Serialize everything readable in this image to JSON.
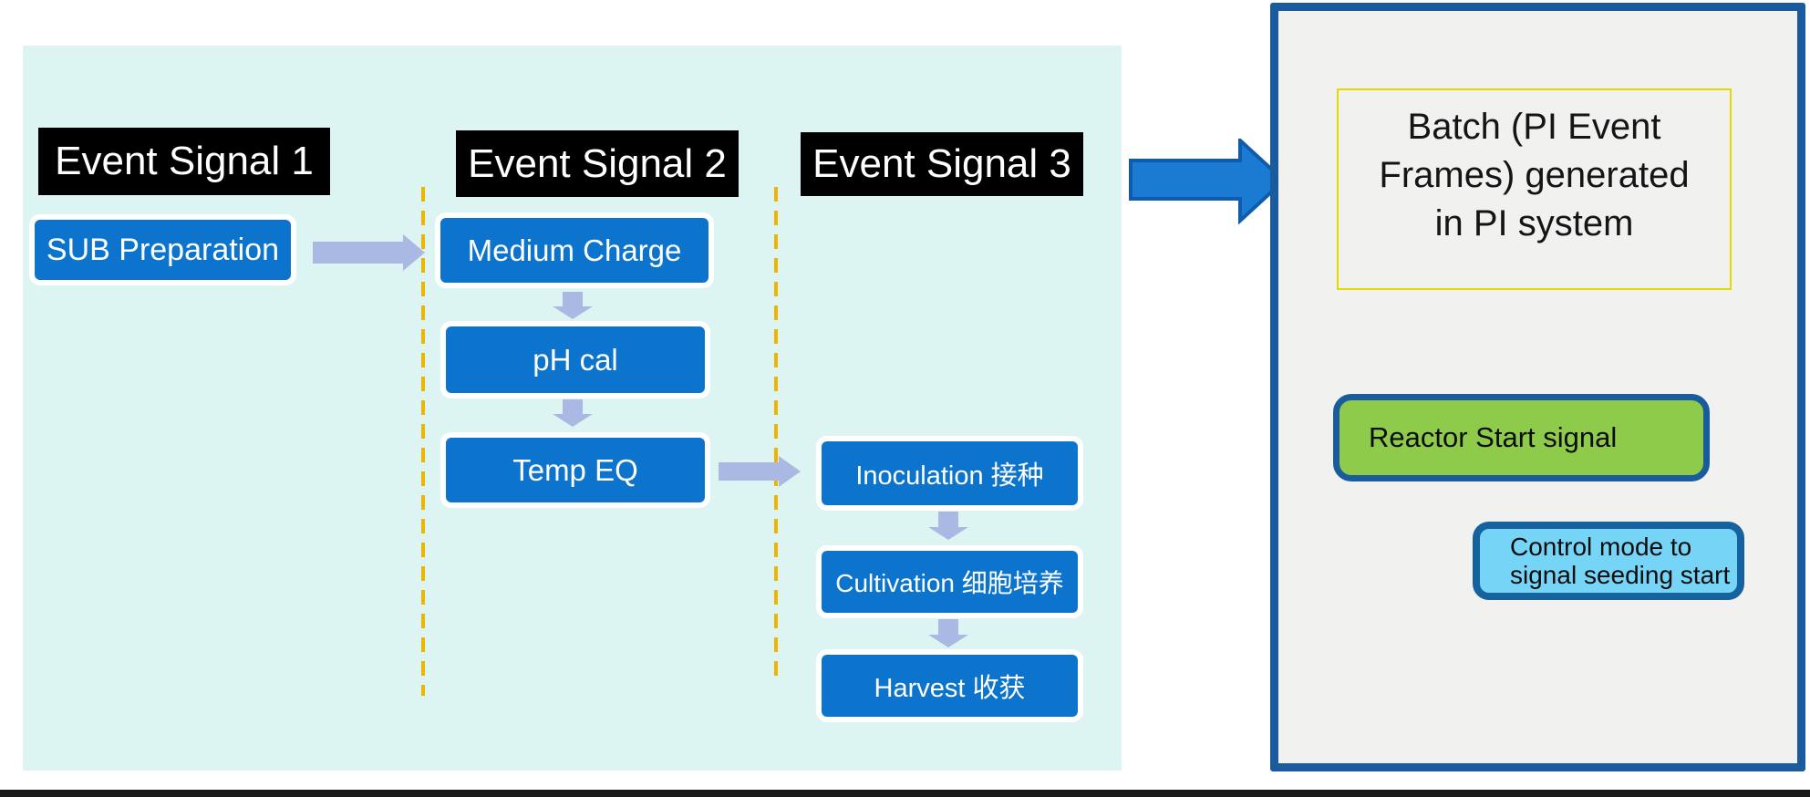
{
  "flow": {
    "columns": [
      {
        "header": "Event Signal 1",
        "steps": [
          "SUB Preparation"
        ]
      },
      {
        "header": "Event Signal 2",
        "steps": [
          "Medium Charge",
          "pH cal",
          "Temp EQ"
        ]
      },
      {
        "header": "Event Signal 3",
        "steps": [
          "Inoculation 接种",
          "Cultivation 细胞培养",
          "Harvest 收获"
        ]
      }
    ]
  },
  "pi_panel": {
    "batch_lines": [
      "Batch (PI Event",
      "Frames) generated",
      "in PI system"
    ],
    "reactor_signal": "Reactor Start signal",
    "control_lines": [
      "Control mode to",
      "signal seeding start"
    ]
  },
  "colors": {
    "flow_background": "#ddf5f2",
    "step_blue": "#0c74cc",
    "header_black": "#000000",
    "connector_lavender": "#aab9e4",
    "separator_amber": "#f0b400",
    "big_arrow_blue": "#1b7ad2",
    "big_arrow_outline": "#0e5cab",
    "panel_border_blue": "#1a5b9e",
    "panel_background": "#f1f1f0",
    "note_border_yellow": "#e4da00",
    "reactor_green": "#8ecb4a",
    "control_cyan": "#76d4f7"
  }
}
